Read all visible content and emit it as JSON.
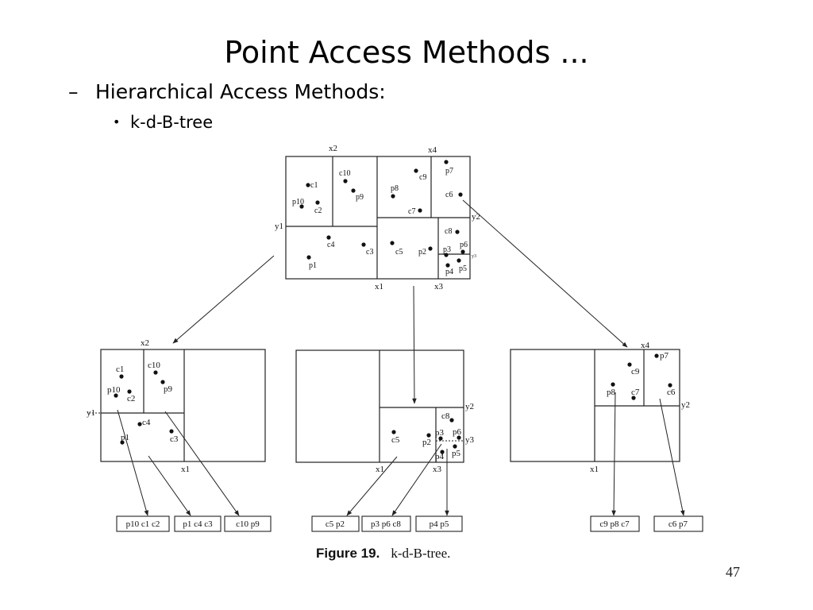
{
  "slide": {
    "title": "Point Access Methods ...",
    "bullet_marker_1": "–",
    "bullet_1": "Hierarchical Access Methods:",
    "bullet_marker_2": "•",
    "bullet_2": "k-d-B-tree",
    "page_number": "47"
  },
  "figure": {
    "caption_label": "Figure 19.",
    "caption_text": "k-d-B-tree.",
    "top": {
      "split_labels": {
        "x2": "x2",
        "x4": "x4",
        "y1": "y1",
        "y2": "y2",
        "x1": "x1",
        "x3": "x3",
        "y3": "y3"
      },
      "points": {
        "c1": "c1",
        "c10": "c10",
        "p9": "p9",
        "p10": "p10",
        "c2": "c2",
        "p8": "p8",
        "c9": "c9",
        "p7": "p7",
        "c6": "c6",
        "c7": "c7",
        "c4": "c4",
        "c3": "c3",
        "p1": "p1",
        "c5": "c5",
        "p2": "p2",
        "c8": "c8",
        "p3": "p3",
        "p6": "p6",
        "p4": "p4",
        "p5": "p5"
      }
    },
    "left": {
      "split_labels": {
        "x2": "x2",
        "y1": "y1",
        "x1": "x1"
      },
      "points": {
        "c1": "c1",
        "c10": "c10",
        "p10": "p10",
        "p9": "p9",
        "c2": "c2",
        "c4": "c4",
        "p1": "p1",
        "c3": "c3"
      }
    },
    "middle": {
      "split_labels": {
        "y2": "y2",
        "y3": "y3",
        "x1": "x1",
        "x3": "x3"
      },
      "points": {
        "c8": "c8",
        "c5": "c5",
        "p3": "p3",
        "p6": "p6",
        "p2": "p2",
        "p5": "p5",
        "p4": "p4"
      }
    },
    "right": {
      "split_labels": {
        "x4": "x4",
        "y2": "y2",
        "x1": "x1"
      },
      "points": {
        "p7": "p7",
        "c9": "c9",
        "p8": "p8",
        "c7": "c7",
        "c6": "c6"
      }
    },
    "leaves": [
      "p10 c1 c2",
      "p1 c4 c3",
      "c10 p9",
      "c5 p2",
      "p3 p6 c8",
      "p4 p5",
      "c9 p8 c7",
      "c6 p7"
    ]
  }
}
